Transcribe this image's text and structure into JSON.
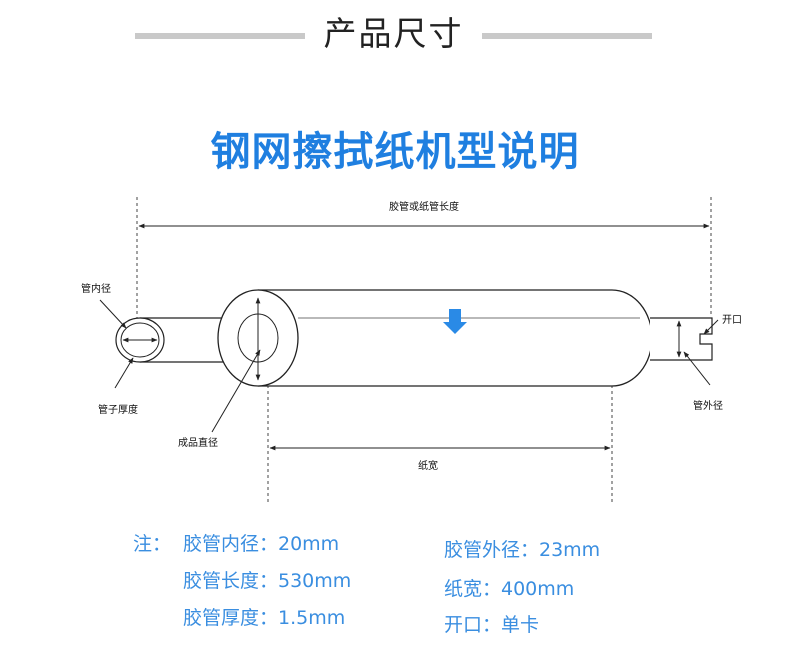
{
  "header": {
    "title": "产品尺寸"
  },
  "diagram": {
    "title": "钢网擦拭纸机型说明",
    "labels": {
      "overall_length": "胶管或纸管长度",
      "inner_diameter": "管内径",
      "tube_thickness": "管子厚度",
      "finished_diameter": "成品直径",
      "paper_width": "纸宽",
      "opening": "开口",
      "outer_diameter": "管外径"
    },
    "arrow_color": "#2a8ae6"
  },
  "specs": {
    "note_prefix": "注：",
    "inner_diameter": "胶管内径：20mm",
    "length": "胶管长度：530mm",
    "thickness": "胶管厚度：1.5mm",
    "outer_diameter": "胶管外径：23mm",
    "paper_width": "纸宽：400mm",
    "opening": "开口：单卡"
  }
}
